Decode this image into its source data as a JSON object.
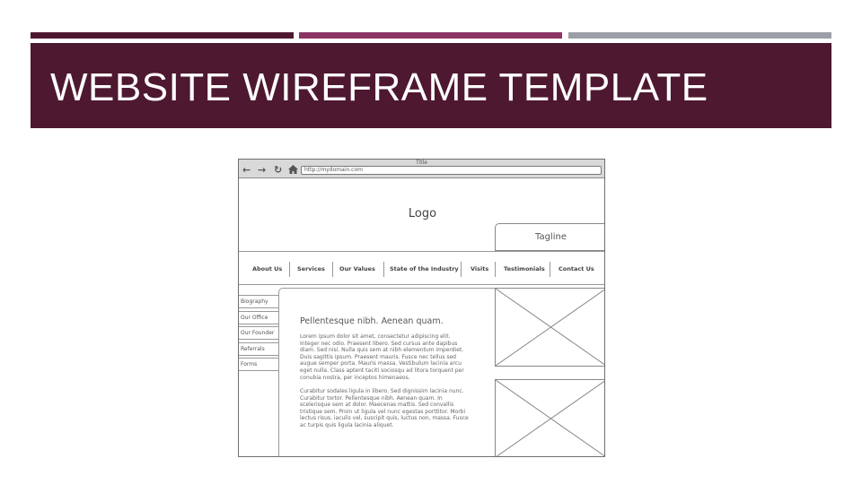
{
  "slide": {
    "title": "WEBSITE WIREFRAME TEMPLATE",
    "colors": {
      "band": "#4e1830",
      "accent1": "#4e1830",
      "accent2": "#8c3463",
      "accent3": "#9aa0a6"
    }
  },
  "browser": {
    "window_title": "Title",
    "url": "http://mydomain.com",
    "icons": [
      "back-arrow-icon",
      "forward-arrow-icon",
      "reload-icon",
      "home-icon"
    ]
  },
  "page": {
    "logo": "Logo",
    "tagline": "Tagline",
    "menu": [
      "About Us",
      "Services",
      "Our Values",
      "State of the Industry",
      "Visits",
      "Testimonials",
      "Contact Us"
    ],
    "sidebar": [
      "Biography",
      "Our Office",
      "Our Founder",
      "Referrals",
      "Forms"
    ],
    "content": {
      "heading": "Pellentesque nibh. Aenean quam.",
      "paragraph1": "Lorem ipsum dolor sit amet, consectetur adipiscing elit. Integer nec odio. Praesent libero. Sed cursus ante dapibus diam. Sed nisi. Nulla quis sem at nibh elementum imperdiet. Duis sagittis ipsum. Praesent mauris. Fusce nec tellus sed augue semper porta. Mauris massa. Vestibulum lacinia arcu eget nulla. Class aptent taciti sociosqu ad litora torquent per conubia nostra, per inceptos himenaeos.",
      "paragraph2": "Curabitur sodales ligula in libero. Sed dignissim lacinia nunc. Curabitur tortor. Pellentesque nibh. Aenean quam. In scelerisque sem at dolor. Maecenas mattis. Sed convallis tristique sem. Proin ut ligula vel nunc egestas porttitor. Morbi lectus risus, iaculis vel, suscipit quis, luctus non, massa. Fusce ac turpis quis ligula lacinia aliquet."
    }
  }
}
